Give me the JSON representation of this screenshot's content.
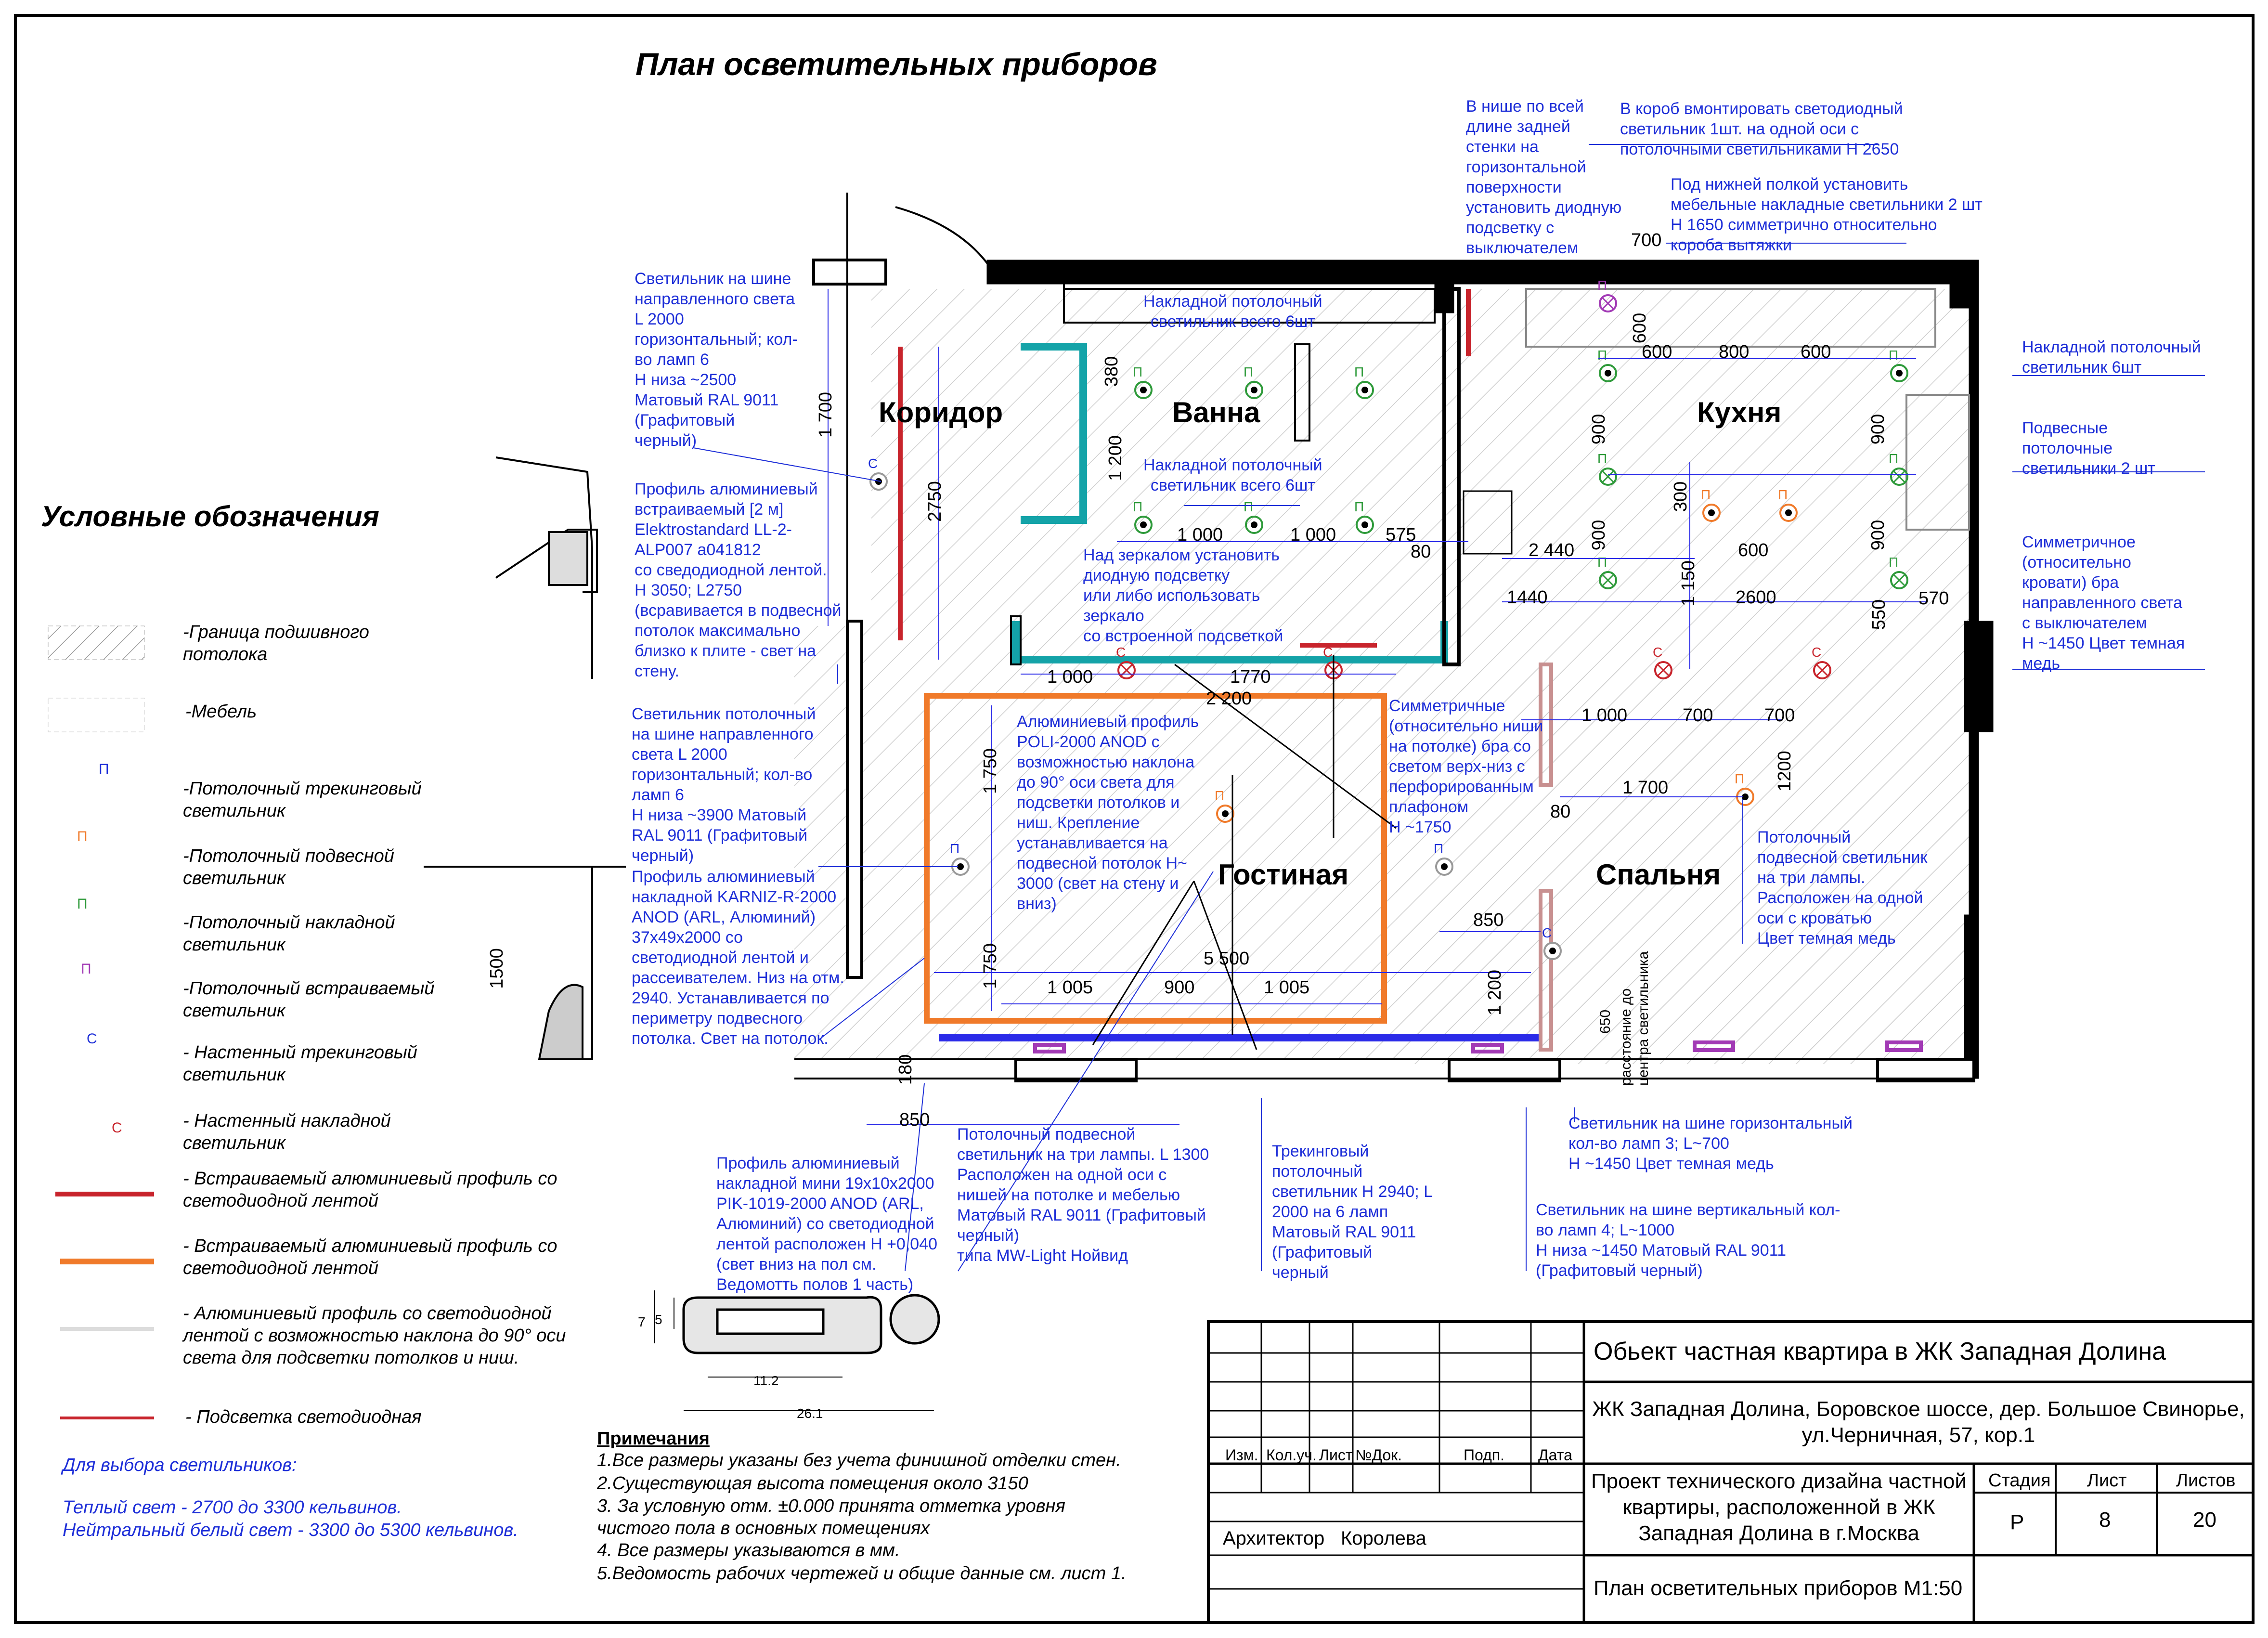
{
  "title": "План осветительных приборов",
  "rooms": {
    "corridor": "Коридор",
    "bath": "Ванна",
    "kitchen": "Кухня",
    "living": "Гостиная",
    "bedroom": "Спальня"
  },
  "legend": {
    "heading": "Условные обозначения",
    "items": [
      {
        "label": "-Граница подшивного потолока"
      },
      {
        "label": "-Мебель"
      },
      {
        "label": "-Потолочный трекинговый светильник",
        "mark": "П"
      },
      {
        "label": "-Потолочный подвесной светильник",
        "mark": "П"
      },
      {
        "label": "-Потолочный накладной светильник",
        "mark": "П"
      },
      {
        "label": "-Потолочный встраиваемый светильник",
        "mark": "П"
      },
      {
        "label": "- Настенный трекинговый светильник",
        "mark": "С"
      },
      {
        "label": "- Настенный накладной светильник",
        "mark": "С"
      },
      {
        "label": "- Встраиваемый алюминиевый профиль со светодиодной лентой"
      },
      {
        "label": "- Встраиваемый алюминиевый профиль со светодиодной лентой"
      },
      {
        "label": "-  Алюминиевый профиль со светодиодной лентой  с возможностью наклона до 90° оси света для подсветки потолков и ниш."
      },
      {
        "label": "-  Подсветка светодиодная"
      }
    ],
    "choose": "Для выбора светильников:",
    "warm": "Теплый свет - 2700 до 3300 кельвинов.",
    "neutral": "Нейтральный белый свет - 3300 до 5300 кельвинов."
  },
  "notes": {
    "heading": "Примечания",
    "lines": [
      "1.Все размеры указаны без учета финишной отделки стен.",
      "2.Существующая высота помещения около 3150",
      "3. За условную отм. ±0.000 принята отметка уровня\n чистого пола в основных помещениях",
      "4. Все размеры указываются в мм.",
      "5.Ведомость рабочих чертежей и  общие данные  см. лист 1."
    ]
  },
  "callouts": {
    "c1": "Светильник на шине\nнаправленного света\nL 2000\nгоризонтальный; кол-\nво ламп 6\nН низа ~2500\nМатовый RAL 9011\n(Графитовый\nчерный)",
    "c2": "Профиль алюминиевый\nвстраиваемый [2 м]\nElektrostandard LL-2-\nALP007 a041812\nсо сведодиодной лентой.\nН 3050; L2750\n(всравивается в подвесной\nпотолок максимально\nблизко к плите - свет на\nстену.",
    "c3": "Светильник потолочный\nна шине направленного\nсвета L 2000\nгоризонтальный; кол-во\nламп 6\nН низа ~3900 Матовый\nRAL 9011 (Графитовый\nчерный)",
    "c4": "Профиль алюминиевый\nнакладной  KARNIZ-R-2000\nANOD (ARL, Алюминий)\n37х49х2000 со\nсветодиодной лентой  и\nрассеивателем. Низ на отм.\n2940. Устанавливается по\nпериметру подвесного\nпотолка. Свет на потолок.",
    "c5": "Профиль алюминиевый\nнакладной мини 19х10х2000\n PIK-1019-2000 ANOD (ARL,\nАлюминий) со светодиодной\nлентой расположен Н +0,040\n (свет вниз на пол см.\nВедомотть полов  1 часть)",
    "c6": "Потолочный подвесной\nсветильник на три лампы. L 1300\nРасположен на одной оси с\nнишей на потолке и мебелью\nМатовый RAL 9011 (Графитовый\nчерный)\nтипа MW-Light Нойвид",
    "c7": "Трекинговый\nпотолочный\nсветильник Н 2940; L\n2000 на 6 ламп\nМатовый RAL 9011\n(Графитовый\nчерный",
    "c8": "Алюминиевый профиль\nPOLI-2000 ANOD с\nвозможностью наклона\nдо 90° оси света для\nподсветки потолков и\nниш. Крепление\nустанавливается на\nподвесной потолок Н~\n3000 (свет на стену и\nвниз)",
    "c9": "Накладной потолочный\nсветильник всего 6шт",
    "c10": "Накладной потолочный\nсветильник  всего 6шт",
    "c11": "Над зеркалом установить\n диодную подсветку\nили либо использовать\nзеркало\nсо встроенной подсветкой",
    "c12": "В нише по всей\nдлине задней\nстенки на\nгоризонтальной\nповерхности\nустановить диодную\nподсветку с\nвыключателем",
    "c13": "В короб вмонтировать светодиодный\nсветильник 1шт. на одной оси с\nпотолочными светильниками Н 2650",
    "c14": "Под нижней полкой установить\nмебельные накладные светильники 2 шт\nН 1650 симметрично относительно\nкороба вытяжки",
    "c15": "Накладной потолочный\nсветильник 6шт",
    "c16": "Подвесные\nпотолочные\nсветильники 2 шт",
    "c17": "Симметричное\n(относительно\nкровати) бра\nнаправленного света\nс выключателем\nН ~1450 Цвет темная\nмедь",
    "c18": "Симметричные\n(относительно ниши\nна потолке) бра со\nсветом верх-низ с\nперфорированным\nплафоном\nН ~1750",
    "c19": "Потолочный\nподвесной светильник\nна три лампы.\nРасположен на одной\nоси с кроватью\nЦвет темная медь",
    "c20": "Светильник на шине горизонтальный\nкол-во ламп 3; L~700\nН ~1450 Цвет темная медь",
    "c21": "Светильник на шине вертикальный кол-\nво ламп 4; L~1000\nН низа ~1450  Матовый RAL 9011\n(Графитовый черный)",
    "c22": "расстояние до\nцентра светильника"
  },
  "dimensions": {
    "d1700": "1 700",
    "d2750": "2750",
    "d380": "380",
    "d1200a": "1 200",
    "d1000a": "1 000",
    "d1000b": "1 000",
    "d575": "575",
    "d80a": "80",
    "d1000c": "1 000",
    "d1770": "1770",
    "d2200": "2 200",
    "d1750a": "1 750",
    "d1750b": "1 750",
    "d1005a": "1 005",
    "d900a": "900",
    "d1005b": "1 005",
    "d5500": "5 500",
    "d180": "180",
    "d850a": "850",
    "d850b": "850",
    "d1200b": "1 200",
    "d650": "650",
    "d700a": "700",
    "d600a": "600",
    "d600b": "600",
    "d800": "800",
    "d600c": "600",
    "d900b": "900",
    "d900c": "900",
    "d300": "300",
    "d900d": "900",
    "d900e": "900",
    "d600d": "600",
    "d2440": "2 440",
    "d1440": "1440",
    "d1150": "1 150",
    "d2600": "2600",
    "d550": "550",
    "d570": "570",
    "d1000d": "1 000",
    "d700b": "700",
    "d700c": "700",
    "d1200c": "1200",
    "d1700b": "1 700",
    "d80b": "80",
    "d1500": "1500",
    "d11_2": "11.2",
    "d26_1": "26.1",
    "d7": "7",
    "d5": "5"
  },
  "stamp": {
    "object": "Обьект частная квартира  в ЖК Западная Долина",
    "address": "ЖК Западная Долина, Боровское шоссе, дер. Большое Свинорье,\nул.Черничная, 57, кор.1",
    "project": "Проект технического дизайна частной\nквартиры, расположенной в ЖК\nЗападная Долина в г.Москва",
    "sheet_title": "План осветительных приборов М1:50",
    "col_heads": [
      "Изм.",
      "Кол.уч.",
      "Лист",
      "№Док.",
      "Подп.",
      "Дата"
    ],
    "architect_label": "Архитектор",
    "architect_name": "Королева",
    "stage_label": "Стадия",
    "stage_value": "Р",
    "sheet_label": "Лист",
    "sheet_value": "8",
    "sheets_label": "Листов",
    "sheets_value": "20"
  },
  "colors": {
    "blue": "#1e2fd8",
    "orange": "#f07a2a",
    "teal": "#14a3a8",
    "red": "#c8242c",
    "green": "#2e9a3a",
    "purple": "#a23ab5",
    "wall": "#000000"
  }
}
